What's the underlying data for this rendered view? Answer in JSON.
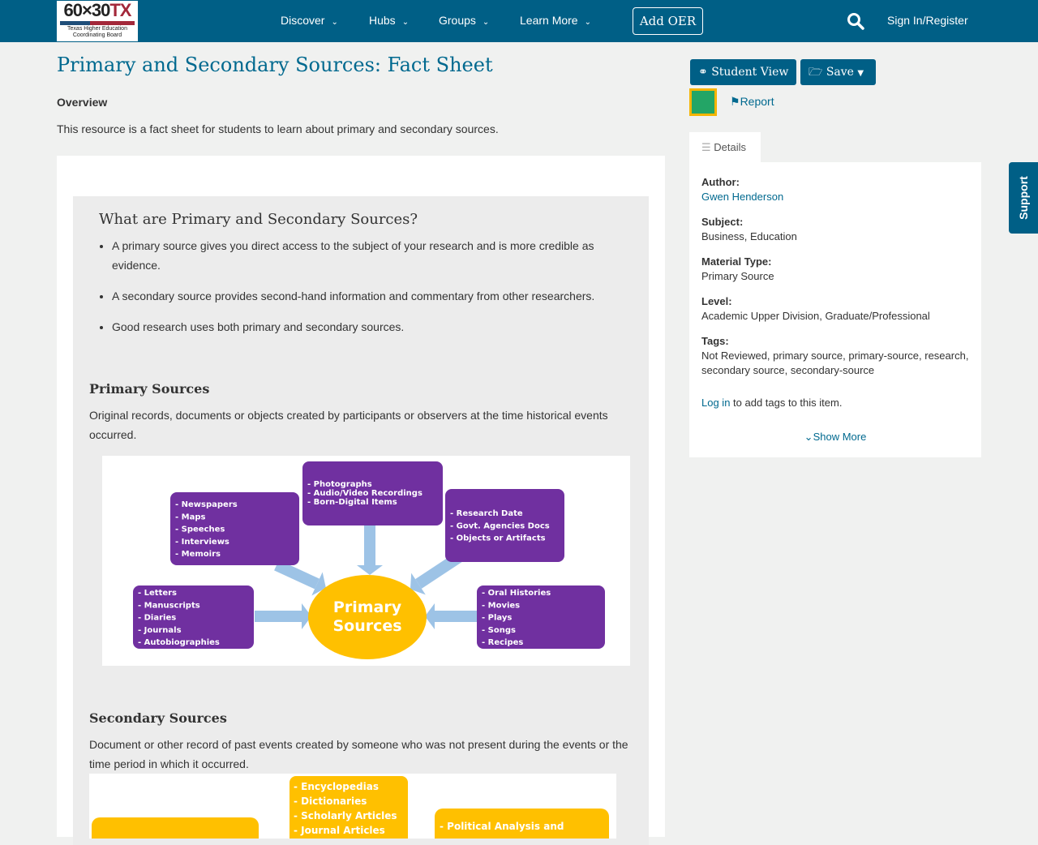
{
  "header": {
    "logo_text": "60×30TX",
    "logo_subtitle": "Texas Higher Education Coordinating Board",
    "nav": [
      {
        "label": "Discover"
      },
      {
        "label": "Hubs"
      },
      {
        "label": "Groups"
      },
      {
        "label": "Learn More"
      }
    ],
    "add_oer": "Add OER",
    "sign_in": "Sign In/Register"
  },
  "page": {
    "title": "Primary and Secondary Sources: Fact Sheet",
    "overview_label": "Overview",
    "description": "This resource is a fact sheet for students to learn about primary and secondary sources."
  },
  "content": {
    "question": "What are Primary and Secondary Sources?",
    "bullets": [
      "A primary source gives you direct access to the subject of your research and is more credible as evidence.",
      "A secondary source provides second-hand information and commentary from other researchers.",
      "Good research uses both primary and secondary sources."
    ],
    "primary_heading": "Primary Sources",
    "primary_text": "Original records, documents or objects created by participants or observers at the time historical events occurred.",
    "secondary_heading": "Secondary Sources",
    "secondary_text": "Document or other record of past events created by someone who was not present during the events or the time period in which it occurred."
  },
  "primary_diagram": {
    "center": [
      "Primary",
      "Sources"
    ],
    "boxes": [
      [
        "- Photographs",
        "- Audio/Video Recordings",
        "- Born-Digital Items"
      ],
      [
        "- Newspapers",
        "- Maps",
        "- Speeches",
        "- Interviews",
        "- Memoirs"
      ],
      [
        "- Research Date",
        "- Govt. Agencies Docs",
        "- Objects or Artifacts"
      ],
      [
        "- Letters",
        "- Manuscripts",
        "- Diaries",
        "- Journals",
        "- Autobiographies"
      ],
      [
        "- Oral Histories",
        "- Movies",
        "- Plays",
        "- Songs",
        "- Recipes"
      ]
    ],
    "box_color": "#7030a0",
    "center_color": "#ffc000",
    "arrow_color": "#9dc3e6"
  },
  "secondary_diagram": {
    "boxes": [
      [
        "- Encyclopedias",
        "- Dictionaries",
        "- Scholarly Articles",
        "- Journal Articles"
      ],
      [
        "- Political Analysis and"
      ]
    ],
    "box_color": "#ffc000"
  },
  "sidebar": {
    "student_view": "Student View",
    "save": "Save",
    "report": "Report",
    "tab": "Details",
    "fields": [
      {
        "label": "Author:",
        "value": "Gwen Henderson"
      },
      {
        "label": "Subject:",
        "value": "Business, Education"
      },
      {
        "label": "Material Type:",
        "value": "Primary Source"
      },
      {
        "label": "Level:",
        "value": "Academic Upper Division, Graduate/Professional"
      },
      {
        "label": "Tags:",
        "value": "Not Reviewed, primary source, primary-source, research, secondary source, secondary-source"
      }
    ],
    "login_link": "Log in",
    "login_suffix": " to add tags to this item.",
    "show_more": "Show More"
  },
  "support": "Support"
}
